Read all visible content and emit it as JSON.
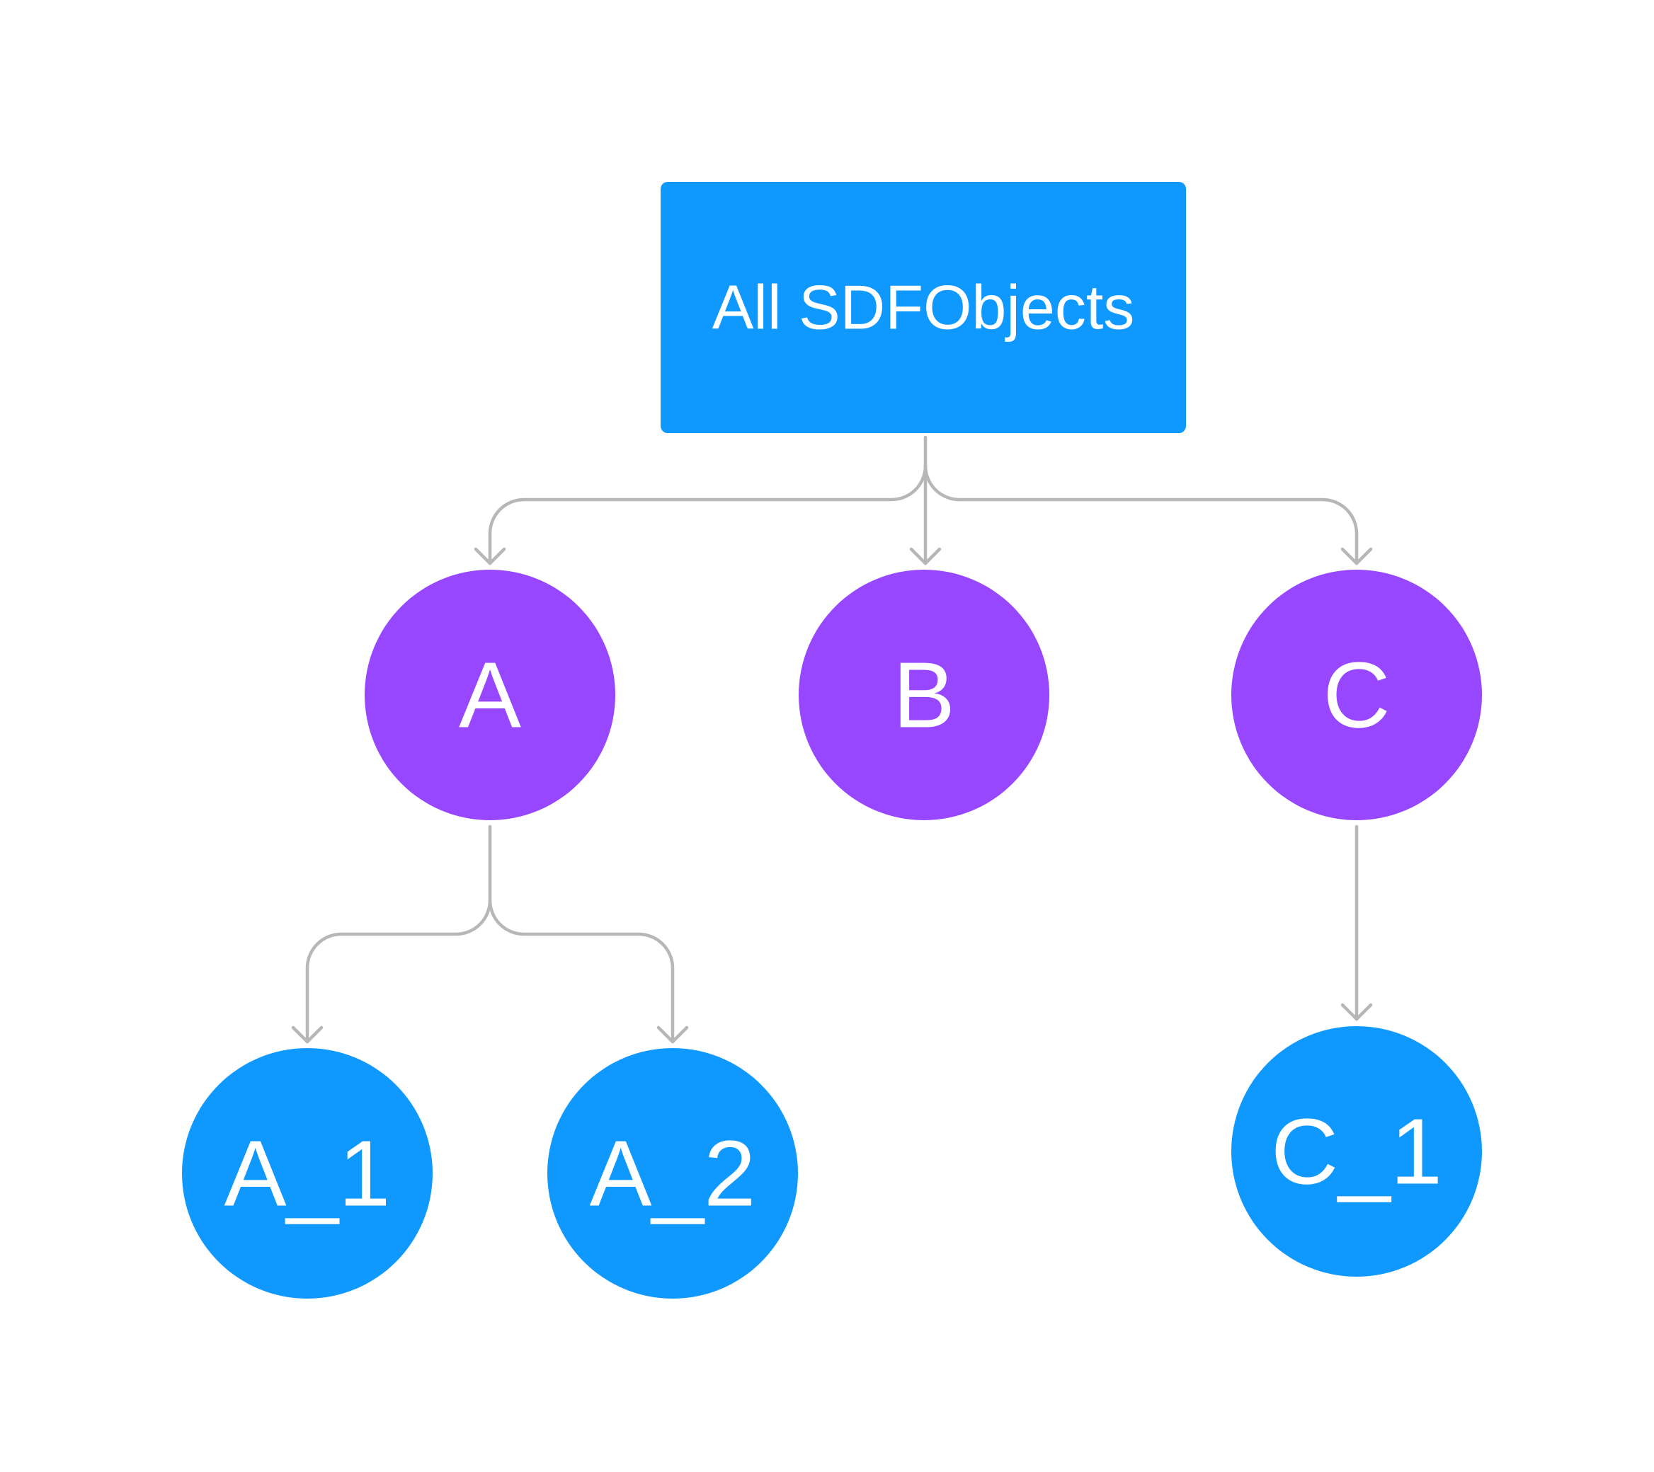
{
  "colors": {
    "root_fill": "#0f99ff",
    "parent_fill": "#9747ff",
    "child_fill": "#0f99ff",
    "connector": "#b7b7b7",
    "label": "#ffffff"
  },
  "root": {
    "label": "All SDFObjects"
  },
  "nodes": {
    "a": {
      "label": "A"
    },
    "b": {
      "label": "B"
    },
    "c": {
      "label": "C"
    },
    "a1": {
      "label": "A_1"
    },
    "a2": {
      "label": "A_2"
    },
    "c1": {
      "label": "C_1"
    }
  },
  "edges": [
    {
      "from": "root",
      "to": "a"
    },
    {
      "from": "root",
      "to": "b"
    },
    {
      "from": "root",
      "to": "c"
    },
    {
      "from": "a",
      "to": "a1"
    },
    {
      "from": "a",
      "to": "a2"
    },
    {
      "from": "c",
      "to": "c1"
    }
  ]
}
